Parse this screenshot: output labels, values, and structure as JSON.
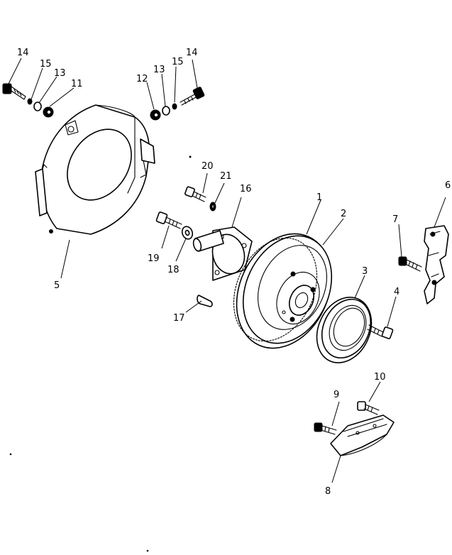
{
  "callouts": [
    {
      "id": "p1",
      "label": "1"
    },
    {
      "id": "p2",
      "label": "2"
    },
    {
      "id": "p3",
      "label": "3"
    },
    {
      "id": "p4",
      "label": "4"
    },
    {
      "id": "p5",
      "label": "5"
    },
    {
      "id": "p6",
      "label": "6"
    },
    {
      "id": "p7",
      "label": "7"
    },
    {
      "id": "p8",
      "label": "8"
    },
    {
      "id": "p9",
      "label": "9"
    },
    {
      "id": "p10",
      "label": "10"
    },
    {
      "id": "p11",
      "label": "11"
    },
    {
      "id": "p12",
      "label": "12"
    },
    {
      "id": "p13a",
      "label": "13"
    },
    {
      "id": "p13b",
      "label": "13"
    },
    {
      "id": "p14a",
      "label": "14"
    },
    {
      "id": "p14b",
      "label": "14"
    },
    {
      "id": "p15a",
      "label": "15"
    },
    {
      "id": "p15b",
      "label": "15"
    },
    {
      "id": "p16",
      "label": "16"
    },
    {
      "id": "p17",
      "label": "17"
    },
    {
      "id": "p18",
      "label": "18"
    },
    {
      "id": "p19",
      "label": "19"
    },
    {
      "id": "p20",
      "label": "20"
    },
    {
      "id": "p21",
      "label": "21"
    }
  ],
  "colors": {
    "ink": "#000000",
    "paper": "#ffffff"
  }
}
